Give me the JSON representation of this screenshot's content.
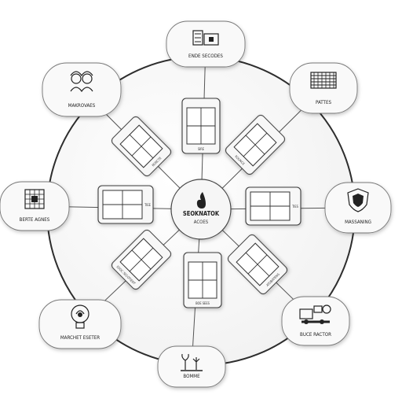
{
  "center": {
    "title": "SEOKNATOK",
    "subtitle": "ACOES"
  },
  "outer_nodes": [
    {
      "label": "ENDE SECODES",
      "icon": "building-icon"
    },
    {
      "label": "PATTES",
      "icon": "server-rack-icon"
    },
    {
      "label": "MASSANING",
      "icon": "shield-icon"
    },
    {
      "label": "BUCE RACTOR",
      "icon": "machinery-icon"
    },
    {
      "label": "BOMME",
      "icon": "plants-icon"
    },
    {
      "label": "MARCHET ESETER",
      "icon": "lightbulb-icon"
    },
    {
      "label": "BERTE AGNES",
      "icon": "grid-chip-icon"
    },
    {
      "label": "MAKROVAES",
      "icon": "workers-icon"
    }
  ],
  "inner_cards": [
    {
      "text": "SIRE"
    },
    {
      "text": "ROUNCE"
    },
    {
      "text": "TIES"
    },
    {
      "text": "ATOBATENG"
    },
    {
      "text": "BOE SEES"
    },
    {
      "text": "EDOC SECOTIENT"
    },
    {
      "text": "TIEE"
    },
    {
      "text": "RONCTE"
    }
  ]
}
